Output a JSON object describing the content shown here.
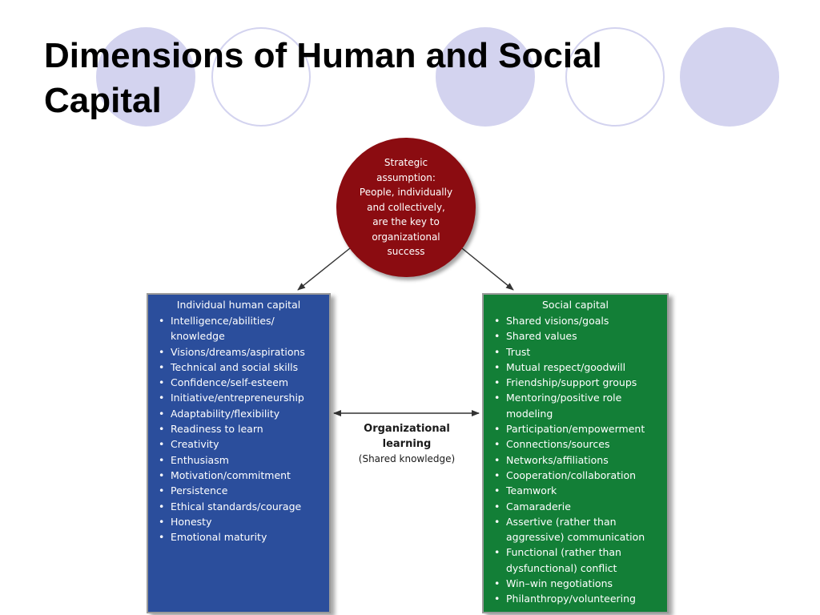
{
  "title": "Dimensions of Human and Social Capital",
  "colors": {
    "decor_circle": "#d3d3ef",
    "strategy_circle": "#8b0c11",
    "individual_box": "#2b4e9c",
    "social_box": "#137f37"
  },
  "strategy": {
    "text": "Strategic\nassumption:\nPeople, individually\nand collectively,\nare the key to\norganizational\nsuccess"
  },
  "individual": {
    "title": "Individual human capital",
    "items": [
      "Intelligence/abilities/ knowledge",
      "Visions/dreams/aspirations",
      "Technical and social skills",
      "Confidence/self-esteem",
      "Initiative/entrepreneurship",
      "Adaptability/flexibility",
      "Readiness to learn",
      "Creativity",
      "Enthusiasm",
      "Motivation/commitment",
      "Persistence",
      "Ethical standards/courage",
      "Honesty",
      "Emotional maturity"
    ]
  },
  "social": {
    "title": "Social capital",
    "items": [
      "Shared visions/goals",
      "Shared values",
      "Trust",
      "Mutual respect/goodwill",
      "Friendship/support groups",
      "Mentoring/positive role modeling",
      "Participation/empowerment",
      "Connections/sources",
      "Networks/affiliations",
      "Cooperation/collaboration",
      "Teamwork",
      "Camaraderie",
      "Assertive (rather than aggressive) communication",
      "Functional (rather than dysfunctional) conflict",
      "Win–win negotiations",
      "Philanthropy/volunteering"
    ]
  },
  "learning": {
    "title": "Organizational\nlearning",
    "subtitle": "(Shared knowledge)"
  }
}
